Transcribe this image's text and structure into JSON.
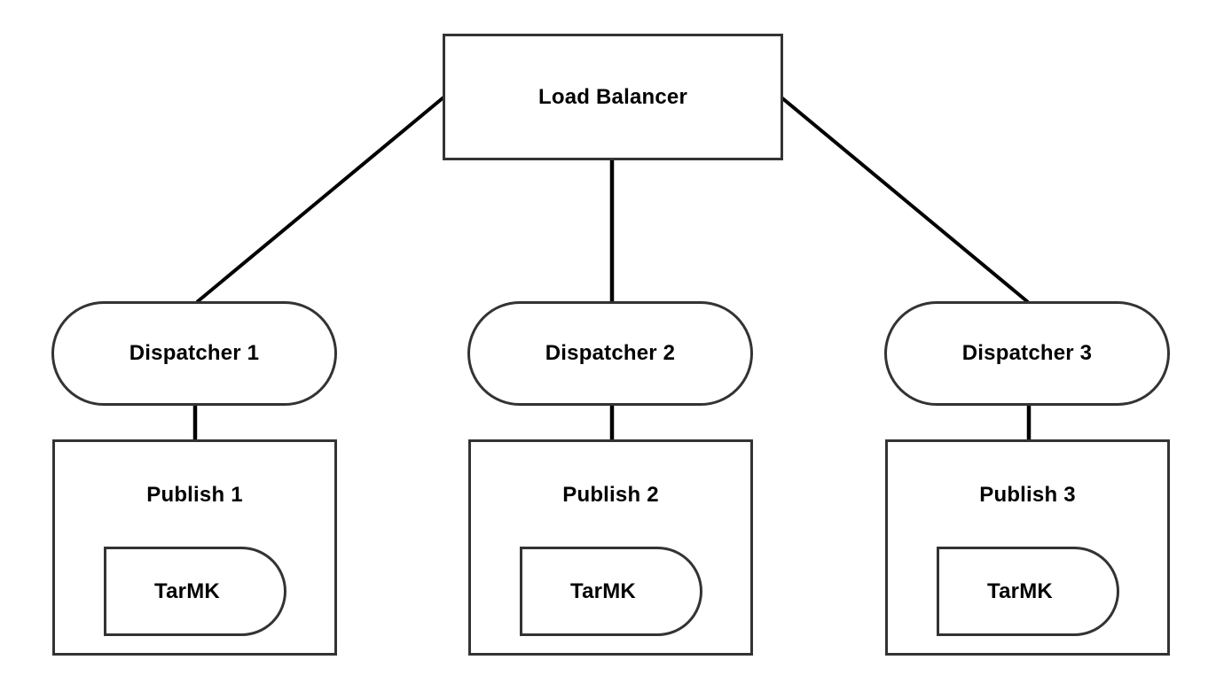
{
  "diagram": {
    "background_color": "#ffffff",
    "shape_border_color": "#333333",
    "connector_color": "#000000",
    "text_color": "#000000",
    "load_balancer": {
      "label": "Load Balancer"
    },
    "columns": [
      {
        "dispatcher_label": "Dispatcher 1",
        "publish_label": "Publish 1",
        "storage_label": "TarMK"
      },
      {
        "dispatcher_label": "Dispatcher 2",
        "publish_label": "Publish 2",
        "storage_label": "TarMK"
      },
      {
        "dispatcher_label": "Dispatcher 3",
        "publish_label": "Publish 3",
        "storage_label": "TarMK"
      }
    ],
    "edges": [
      {
        "from": "load-balancer",
        "to": "dispatcher-1"
      },
      {
        "from": "load-balancer",
        "to": "dispatcher-2"
      },
      {
        "from": "load-balancer",
        "to": "dispatcher-3"
      },
      {
        "from": "dispatcher-1",
        "to": "publish-1"
      },
      {
        "from": "dispatcher-2",
        "to": "publish-2"
      },
      {
        "from": "dispatcher-3",
        "to": "publish-3"
      }
    ]
  }
}
